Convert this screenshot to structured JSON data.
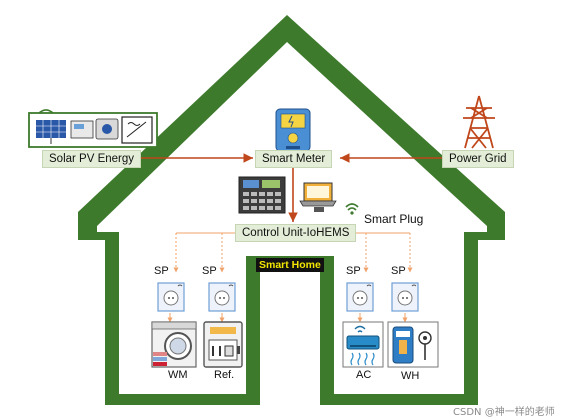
{
  "nodes": {
    "solar": "Solar PV Energy",
    "meter": "Smart Meter",
    "grid": "Power Grid",
    "control": "Control Unit-IoHEMS",
    "smart_plug": "Smart Plug",
    "home": "Smart Home"
  },
  "plugs": {
    "sp1": "SP",
    "sp2": "SP",
    "sp3": "SP",
    "sp4": "SP"
  },
  "appliances": {
    "wm": "WM",
    "ref": "Ref.",
    "ac": "AC",
    "wh": "WH"
  },
  "watermark": "CSDN @神一样的老师",
  "colors": {
    "house": "#3d7a2c",
    "power_line": "#c0471b",
    "signal_line": "#f0a26a",
    "label_fill": "#e3edd7",
    "plug_border": "#6f9fd6"
  },
  "icons": [
    "wifi-icon",
    "solar-panel-icon",
    "inverter-icon",
    "meter-icon",
    "transmission-tower-icon",
    "laptop-icon",
    "plug-icon",
    "washing-machine-icon",
    "refrigerator-icon",
    "air-conditioner-icon",
    "water-heater-icon"
  ]
}
